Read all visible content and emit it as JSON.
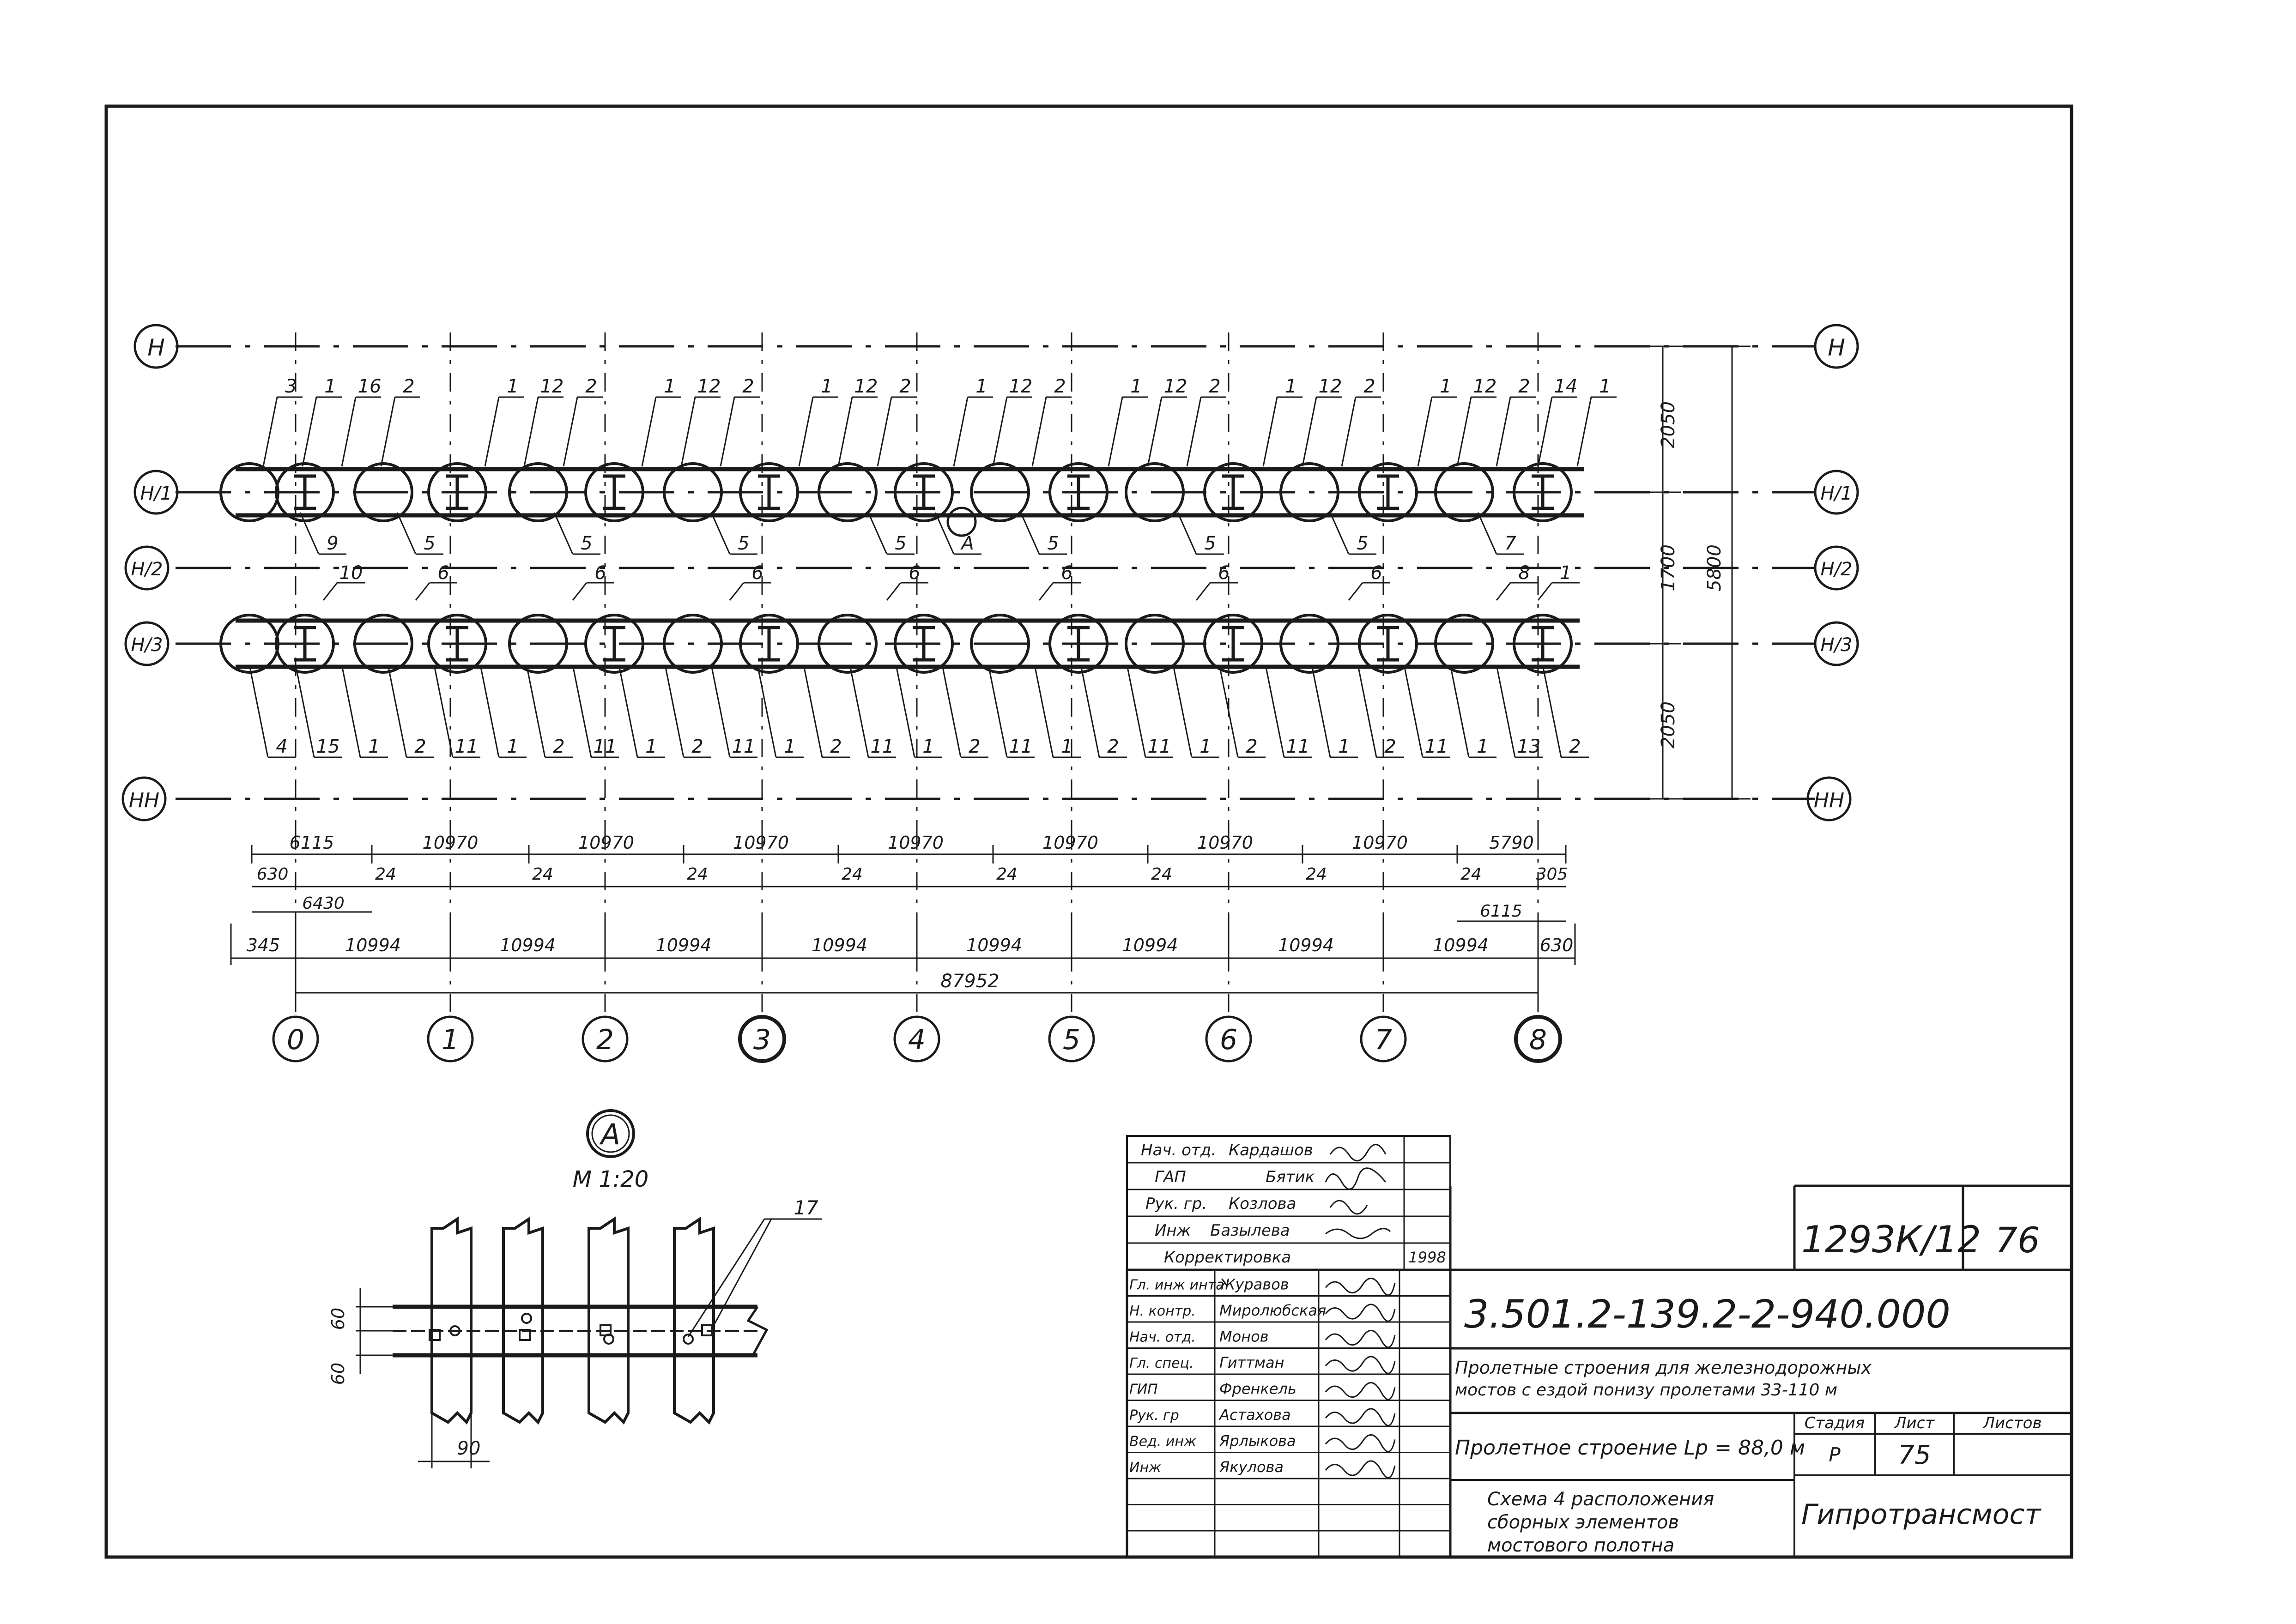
{
  "row_labels": {
    "H": "Н",
    "H1": "Н/1",
    "H2": "Н/2",
    "H3": "Н/3",
    "HH": "НН"
  },
  "axis_numbers": [
    "0",
    "1",
    "2",
    "3",
    "4",
    "5",
    "6",
    "7",
    "8"
  ],
  "right_dims": {
    "top": "2050",
    "mid": "1700",
    "bottom": "2050",
    "total": "5800"
  },
  "top_callouts": [
    [
      "3",
      "1",
      "16",
      "2"
    ],
    [
      "1",
      "12",
      "2"
    ],
    [
      "1",
      "12",
      "2"
    ],
    [
      "1",
      "12",
      "2"
    ],
    [
      "1",
      "12",
      "2"
    ],
    [
      "1",
      "12",
      "2"
    ],
    [
      "1",
      "12",
      "2"
    ],
    [
      "1",
      "12",
      "2"
    ],
    [
      "14",
      "1"
    ]
  ],
  "row1_under_labels": [
    "9",
    "5",
    "5",
    "5",
    "5",
    "А",
    "5",
    "5",
    "5",
    "7"
  ],
  "row3_top_labels": [
    "10",
    "6",
    "6",
    "6",
    "6",
    "6",
    "6",
    "6",
    "8",
    "1"
  ],
  "bottom_callouts": [
    "4",
    "15",
    "1",
    "2",
    "11",
    "1",
    "2",
    "11",
    "1",
    "2",
    "11",
    "1",
    "2",
    "11",
    "1",
    "2",
    "11",
    "1",
    "2",
    "11",
    "1",
    "2",
    "11",
    "1",
    "2",
    "11",
    "1",
    "13",
    "2"
  ],
  "dims_row1": [
    "6115",
    "10970",
    "10970",
    "10970",
    "10970",
    "10970",
    "10970",
    "10970",
    "5790"
  ],
  "dims_row2": [
    "630",
    "24",
    "24",
    "24",
    "24",
    "24",
    "24",
    "24",
    "24",
    "305"
  ],
  "dims_extra": {
    "d6430": "6430",
    "d6115": "6115"
  },
  "dims_row3": [
    "345",
    "10994",
    "10994",
    "10994",
    "10994",
    "10994",
    "10994",
    "10994",
    "10994",
    "630"
  ],
  "total_length": "87952",
  "detail": {
    "marker": "А",
    "scale": "М 1:20",
    "callout": "17",
    "dim60a": "60",
    "dim60b": "60",
    "dim90": "90"
  },
  "stamp": {
    "approvals": [
      [
        "Нач. отд.",
        "Кардашов"
      ],
      [
        "ГАП",
        "Бятик"
      ],
      [
        "Рук. гр.",
        "Козлова"
      ],
      [
        "Инж",
        "Базылева"
      ]
    ],
    "correction": "Корректировка",
    "correction_year": "1998",
    "signers": [
      [
        "Гл. инж инта",
        "Журавов"
      ],
      [
        "Н. контр.",
        "Миролюбская"
      ],
      [
        "Нач. отд.",
        "Монов"
      ],
      [
        "Гл. спец.",
        "Гиттман"
      ],
      [
        "ГИП",
        "Френкель"
      ],
      [
        "Рук. гр",
        "Астахова"
      ],
      [
        "Вед. инж",
        "Ярлыкова"
      ],
      [
        "Инж",
        "Якулова"
      ],
      [
        "",
        ""
      ],
      [
        "",
        ""
      ],
      [
        "",
        ""
      ]
    ],
    "album": "1293К/12",
    "sheet_no": "76",
    "doc_code": "3.501.2-139.2-2-940.000",
    "project_line1": "Пролетные строения для железнодорожных",
    "project_line2": "мостов с ездой понизу пролетами 33-110 м",
    "object_title": "Пролетное строение Lp = 88,0 м",
    "stage_header": "Стадия",
    "sheet_header": "Лист",
    "sheets_header": "Листов",
    "stage_value": "Р",
    "sheet_value": "75",
    "sheets_value": "",
    "drawing_title_1": "Схема 4 расположения",
    "drawing_title_2": "сборных элементов",
    "drawing_title_3": "мостового полотна",
    "org": "Гипротрансмост"
  }
}
